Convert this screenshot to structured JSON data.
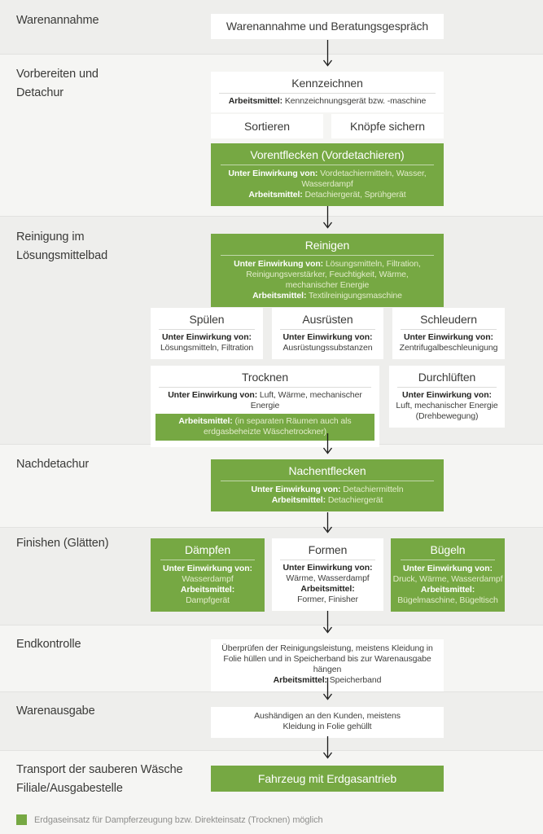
{
  "colors": {
    "accent_green": "#76a843",
    "band_dark": "#eeeeec",
    "band_light": "#f5f5f3"
  },
  "labels": {
    "einwirkung": "Unter Einwirkung von:",
    "arbeitsmittel": "Arbeitsmittel:"
  },
  "bands": [
    {
      "label": "Warenannahme",
      "box": {
        "title": "Warenannahme und Beratungsgespräch"
      }
    },
    {
      "label_line1": "Vorbereiten und",
      "label_line2": "Detachur",
      "kennzeichnen": {
        "title": "Kennzeichnen",
        "arbeitsmittel": "Kennzeichnungsgerät bzw. -maschine"
      },
      "sortieren": {
        "title": "Sortieren"
      },
      "knoepfe_sichern": {
        "title": "Knöpfe sichern"
      },
      "vorentflecken": {
        "title": "Vorentflecken (Vordetachieren)",
        "einwirkung": "Vordetachiermitteln, Wasser, Wasserdampf",
        "arbeitsmittel": "Detachiergerät, Sprühgerät"
      }
    },
    {
      "label_line1": "Reinigung im",
      "label_line2": "Lösungsmittelbad",
      "reinigen": {
        "title": "Reinigen",
        "einwirkung": "Lösungsmitteln, Filtration, Reinigungsverstärker, Feuchtigkeit, Wärme, mechanischer Energie",
        "arbeitsmittel": "Textilreinigungsmaschine"
      },
      "spuelen": {
        "title": "Spülen",
        "einwirkung": "Lösungsmitteln, Filtration"
      },
      "ausruesten": {
        "title": "Ausrüsten",
        "einwirkung": "Ausrüstungssubstanzen"
      },
      "schleudern": {
        "title": "Schleudern",
        "einwirkung": "Zentrifugalbeschleunigung"
      },
      "trocknen": {
        "title": "Trocknen",
        "einwirkung": "Luft, Wärme, mechanischer Energie",
        "arbeitsmittel": "(in separaten Räumen auch als erdgasbeheizte Wäschetrockner)"
      },
      "durchlueften": {
        "title": "Durchlüften",
        "einwirkung": "Luft, mechanischer Energie (Drehbewegung)"
      }
    },
    {
      "label": "Nachdetachur",
      "nachentflecken": {
        "title": "Nachentflecken",
        "einwirkung": "Detachiermitteln",
        "arbeitsmittel": "Detachiergerät"
      }
    },
    {
      "label": "Finishen (Glätten)",
      "daempfen": {
        "title": "Dämpfen",
        "einwirkung": "Wasserdampf",
        "arbeitsmittel": "Dampfgerät"
      },
      "formen": {
        "title": "Formen",
        "einwirkung": "Wärme, Wasserdampf",
        "arbeitsmittel": "Former, Finisher"
      },
      "buegeln": {
        "title": "Bügeln",
        "einwirkung": "Druck, Wärme, Wasserdampf",
        "arbeitsmittel": "Bügelmaschine, Bügeltisch"
      }
    },
    {
      "label": "Endkontrolle",
      "box": {
        "text": "Überprüfen der Reinigungsleistung, meistens Kleidung in Folie hüllen und in Speicherband bis zur Warenausgabe hängen",
        "arbeitsmittel": "Speicherband"
      }
    },
    {
      "label": "Warenausgabe",
      "box": {
        "text": "Aushändigen an den Kunden, meistens Kleidung in Folie gehüllt"
      }
    },
    {
      "label_line1": "Transport der sauberen Wäsche",
      "label_line2": "Filiale/Ausgabestelle",
      "fahrzeug": {
        "title": "Fahrzeug mit Erdgasantrieb"
      }
    }
  ],
  "legend": {
    "text": "Erdgaseinsatz für Dampferzeugung bzw. Direkteinsatz (Trocknen) möglich"
  }
}
